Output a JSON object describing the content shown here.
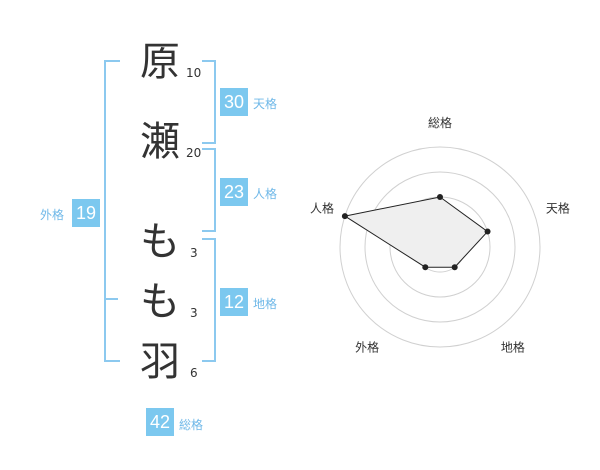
{
  "name_chars": [
    {
      "char": "原",
      "strokes": "10"
    },
    {
      "char": "瀬",
      "strokes": "20"
    },
    {
      "char": "も",
      "strokes": "3"
    },
    {
      "char": "も",
      "strokes": "3"
    },
    {
      "char": "羽",
      "strokes": "6"
    }
  ],
  "fortunes": {
    "tenkaku": {
      "value": "30",
      "label": "天格"
    },
    "jinkaku": {
      "value": "23",
      "label": "人格"
    },
    "chikaku": {
      "value": "12",
      "label": "地格"
    },
    "gaikaku": {
      "value": "19",
      "label": "外格"
    },
    "soukaku": {
      "value": "42",
      "label": "総格"
    }
  },
  "chart_data": {
    "type": "radar",
    "axes": [
      "総格",
      "天格",
      "地格",
      "外格",
      "人格"
    ],
    "values": [
      2,
      2,
      1,
      1,
      4
    ],
    "max": 4,
    "rings": 4,
    "colors": {
      "fill": "#efefef",
      "line": "#222222",
      "ring": "#d0d0d0"
    }
  },
  "colors": {
    "accent": "#7cc8ef",
    "bracket": "#8cc9ef"
  }
}
